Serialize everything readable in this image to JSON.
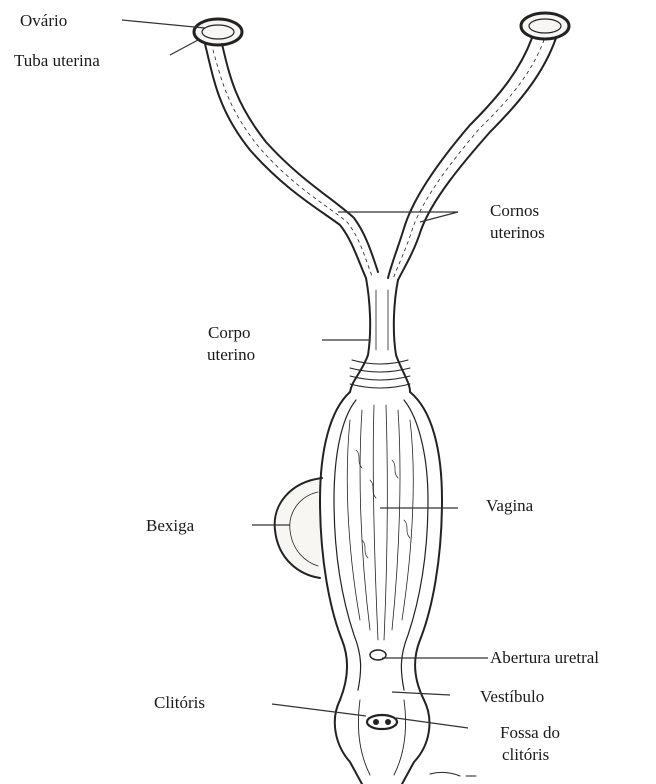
{
  "labels": {
    "ovario": "Ovário",
    "tuba_uterina": "Tuba uterina",
    "cornos_uterinos_1": "Cornos",
    "cornos_uterinos_2": "uterinos",
    "corpo_uterino_1": "Corpo",
    "corpo_uterino_2": "uterino",
    "bexiga": "Bexiga",
    "vagina": "Vagina",
    "abertura_uretral": "Abertura uretral",
    "vestibulo": "Vestíbulo",
    "clitoris": "Clitóris",
    "fossa_clitoris_1": "Fossa do",
    "fossa_clitoris_2": "clitóris"
  }
}
